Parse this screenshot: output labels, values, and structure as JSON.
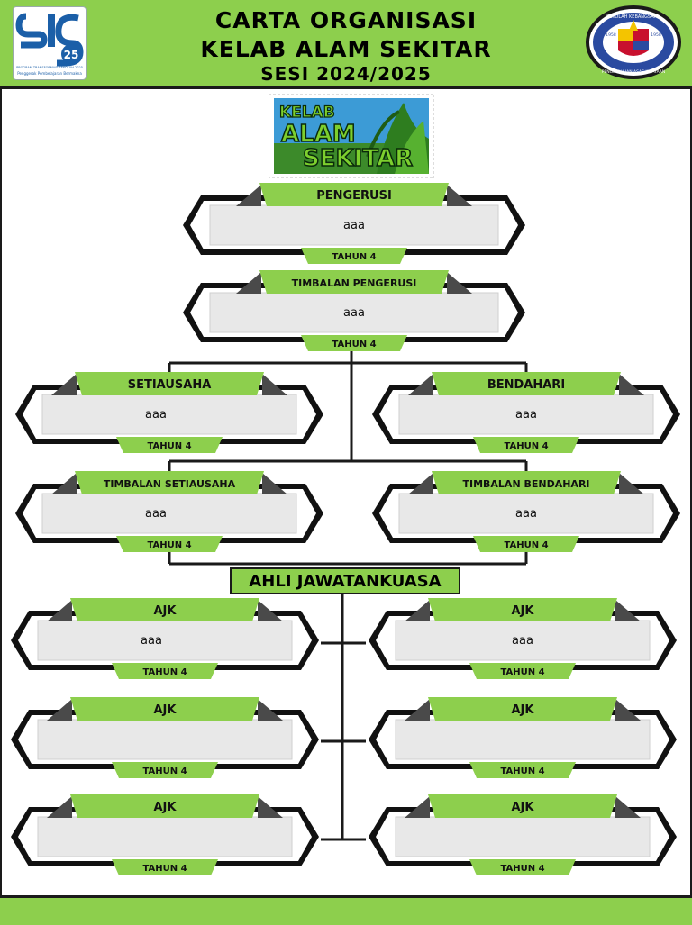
{
  "header": {
    "title_line1": "CARTA ORGANISASI",
    "title_line2": "KELAB ALAM SEKITAR",
    "title_line3": "SESI 2024/2025",
    "left_logo": {
      "text_25": "25",
      "caption1": "PROGRAM TRANSFORMASI SEKOLAH 2025",
      "caption2": "Penggerak Pembelajaran Bermakna"
    },
    "right_logo": {
      "text_top": "SEKOLAH KEBANGSAAN",
      "text_bottom": "PENGETAHUAN ASAS KEJAYAAN",
      "year_left": "1958",
      "year_right": "1958"
    }
  },
  "club_logo": {
    "word1": "KELAB",
    "word2": "ALAM",
    "word3": "SEKITAR"
  },
  "ajk_banner": "AHLI JAWATANKUASA",
  "colors": {
    "green": "#8dcf4d",
    "dark": "#1a1a1a",
    "card": "#e8e8e8"
  },
  "positions": [
    {
      "id": "pengerusi",
      "title": "PENGERUSI",
      "name": "aaa",
      "year": "TAHUN 4"
    },
    {
      "id": "timbalan-pengerusi",
      "title": "TIMBALAN PENGERUSI",
      "name": "aaa",
      "year": "TAHUN 4"
    },
    {
      "id": "setiausaha",
      "title": "SETIAUSAHA",
      "name": "aaa",
      "year": "TAHUN 4"
    },
    {
      "id": "bendahari",
      "title": "BENDAHARI",
      "name": "aaa",
      "year": "TAHUN 4"
    },
    {
      "id": "timbalan-setiausaha",
      "title": "TIMBALAN SETIAUSAHA",
      "name": "aaa",
      "year": "TAHUN 4"
    },
    {
      "id": "timbalan-bendahari",
      "title": "TIMBALAN BENDAHARI",
      "name": "aaa",
      "year": "TAHUN 4"
    },
    {
      "id": "ajk-1",
      "title": "AJK",
      "name": "aaa",
      "year": "TAHUN 4"
    },
    {
      "id": "ajk-2",
      "title": "AJK",
      "name": "aaa",
      "year": "TAHUN 4"
    },
    {
      "id": "ajk-3",
      "title": "AJK",
      "name": "",
      "year": "TAHUN 4"
    },
    {
      "id": "ajk-4",
      "title": "AJK",
      "name": "",
      "year": "TAHUN 4"
    },
    {
      "id": "ajk-5",
      "title": "AJK",
      "name": "",
      "year": "TAHUN 4"
    },
    {
      "id": "ajk-6",
      "title": "AJK",
      "name": "",
      "year": "TAHUN 4"
    }
  ]
}
